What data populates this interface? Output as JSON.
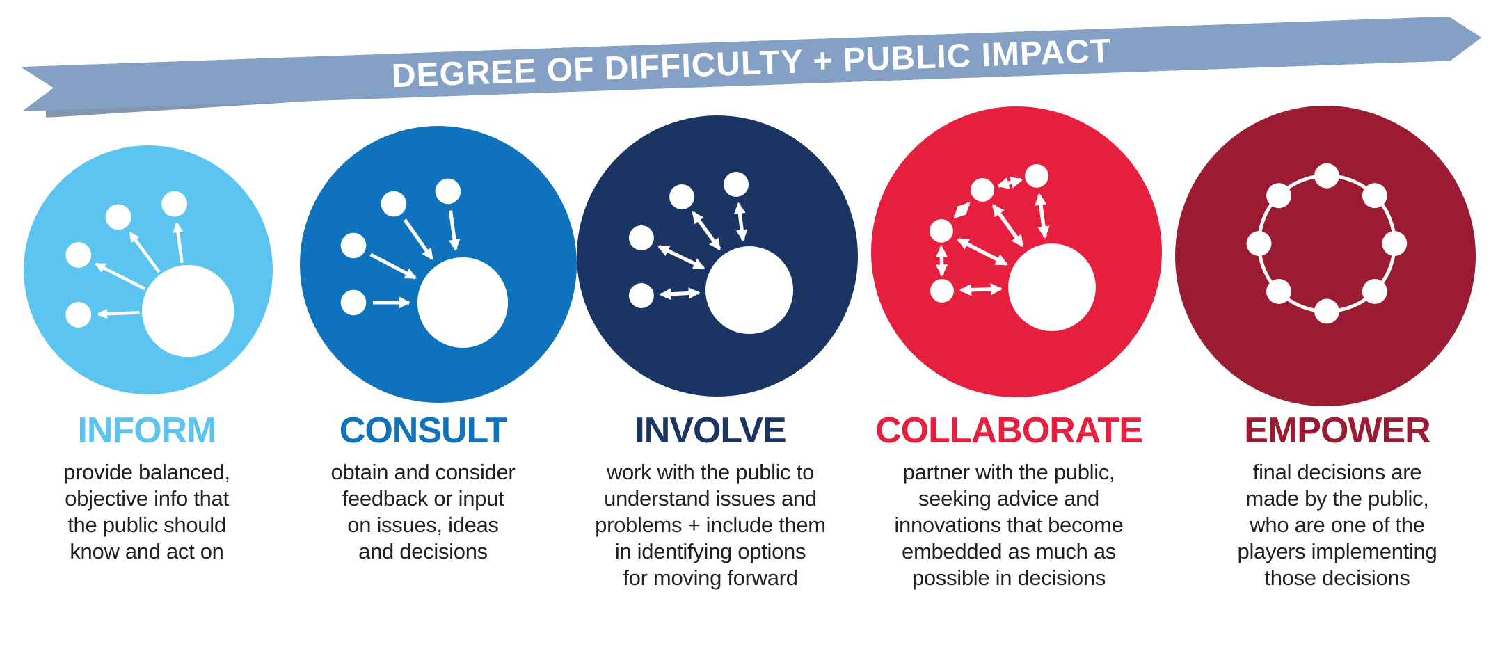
{
  "banner": {
    "label": "DEGREE OF DIFFICULTY + PUBLIC IMPACT",
    "color": "#85A0C5",
    "shadow_color": "#6E83A5",
    "text_color": "#FFFFFF"
  },
  "sections": [
    {
      "id": "inform",
      "title": "INFORM",
      "description": "provide balanced,\nobjective info that\nthe public should\nknow and act on",
      "color": "#5BC4F0",
      "icon": "hub-arrows-outward-icon"
    },
    {
      "id": "consult",
      "title": "CONSULT",
      "description": "obtain and consider\nfeedback or input\non issues, ideas\nand decisions",
      "color": "#0E72BC",
      "icon": "hub-arrows-inward-icon"
    },
    {
      "id": "involve",
      "title": "INVOLVE",
      "description": "work with the public to\nunderstand issues and\nproblems + include them\nin identifying options\nfor moving forward",
      "color": "#1A3463",
      "icon": "hub-two-way-arrows-icon"
    },
    {
      "id": "collaborate",
      "title": "COLLABORATE",
      "description": "partner with the public,\nseeking advice and\ninnovations that become\nembedded as much as\npossible in decisions",
      "color": "#E61F3E",
      "icon": "network-two-way-arrows-icon"
    },
    {
      "id": "empower",
      "title": "EMPOWER",
      "description": "final decisions are\nmade by the public,\nwho are one of the\nplayers implementing\nthose decisions",
      "color": "#9B1B33",
      "icon": "circle-of-equals-icon"
    }
  ]
}
